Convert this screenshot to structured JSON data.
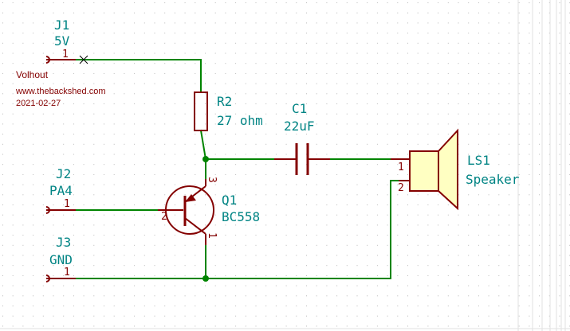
{
  "colors": {
    "wire": "#008400",
    "component": "#840000",
    "reference_text": "#008484",
    "background": "#ffffff",
    "grid": "#c8c8c8"
  },
  "notes": {
    "author": "Volhout",
    "website": "www.thebackshed.com",
    "date": "2021-02-27"
  },
  "connectors": {
    "j1": {
      "ref": "J1",
      "value": "5V",
      "pin": "1"
    },
    "j2": {
      "ref": "J2",
      "value": "PA4",
      "pin": "1"
    },
    "j3": {
      "ref": "J3",
      "value": "GND",
      "pin": "1"
    }
  },
  "resistor": {
    "ref": "R2",
    "value": "27 ohm"
  },
  "capacitor": {
    "ref": "C1",
    "value": "22uF"
  },
  "transistor": {
    "ref": "Q1",
    "value": "BC558",
    "pin_base": "2",
    "pin_emitter": "3",
    "pin_collector": "1"
  },
  "speaker": {
    "ref": "LS1",
    "value": "Speaker",
    "pin_1": "1",
    "pin_2": "2"
  }
}
